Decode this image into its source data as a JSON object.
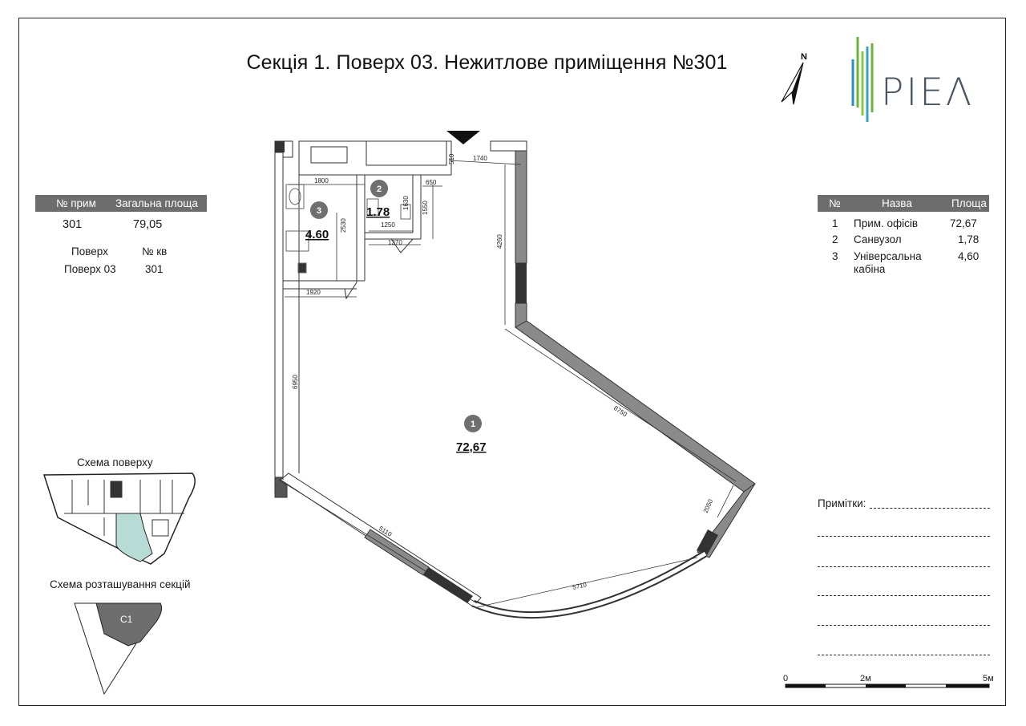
{
  "title": "Секція 1. Поверх 03. Нежитлове приміщення №301",
  "north_label": "N",
  "logo_text": "PIEΛ",
  "summary_table": {
    "headers": {
      "number": "№ прим",
      "area": "Загальна площа"
    },
    "number": "301",
    "area": "79,05",
    "floor_header": "Поверх",
    "apt_header": "№ кв",
    "floor_value": "Поверх 03",
    "apt_value": "301"
  },
  "rooms_table": {
    "headers": {
      "num": "№",
      "name": "Назва",
      "area": "Площа"
    },
    "rows": [
      {
        "num": "1",
        "name": "Прим. офісів",
        "area": "72,67"
      },
      {
        "num": "2",
        "name": "Санвузол",
        "area": "1,78"
      },
      {
        "num": "3",
        "name": "Універсальна",
        "name2": "кабіна",
        "area": "4,60"
      }
    ]
  },
  "plan": {
    "room1": {
      "badge": "1",
      "area": "72,67"
    },
    "room2": {
      "badge": "2",
      "area": "1.78"
    },
    "room3": {
      "badge": "3",
      "area": "4.60"
    },
    "dimensions": {
      "d1740": "1740",
      "d510": "510",
      "d1800": "1800",
      "d650": "650",
      "d1630": "1630",
      "d1550": "1550",
      "d1250": "1250",
      "d1370": "1370",
      "d2530": "2530",
      "d1920": "1920",
      "d4260": "4260",
      "d6950": "6950",
      "d8750": "8750",
      "d5110": "5110",
      "d5710": "5710",
      "d2050": "2050"
    }
  },
  "notes_label": "Примітки:",
  "floor_schema_label": "Схема поверху",
  "section_schema_label": "Схема розташування секцій",
  "section_label": "С1",
  "scale": {
    "zero": "0",
    "mid": "2м",
    "end": "5м"
  },
  "colors": {
    "header_bg": "#6d6d6d",
    "highlight": "#b7dcd6",
    "wall": "#8a8a8a",
    "badge": "#6f6f6f"
  }
}
